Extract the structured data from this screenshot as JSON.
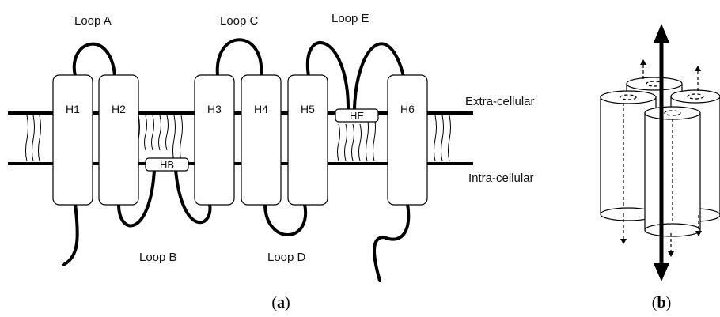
{
  "panel_a": {
    "loops": {
      "a": "Loop A",
      "b": "Loop B",
      "c": "Loop C",
      "d": "Loop D",
      "e": "Loop E"
    },
    "helices": [
      "H1",
      "H2",
      "H3",
      "H4",
      "H5",
      "H6"
    ],
    "half_helices": {
      "hb": "HB",
      "he": "HE"
    },
    "sides": {
      "extra": "Extra-cellular",
      "intra": "Intra-cellular"
    },
    "caption_letter": "a"
  },
  "panel_b": {
    "caption_letter": "b"
  }
}
